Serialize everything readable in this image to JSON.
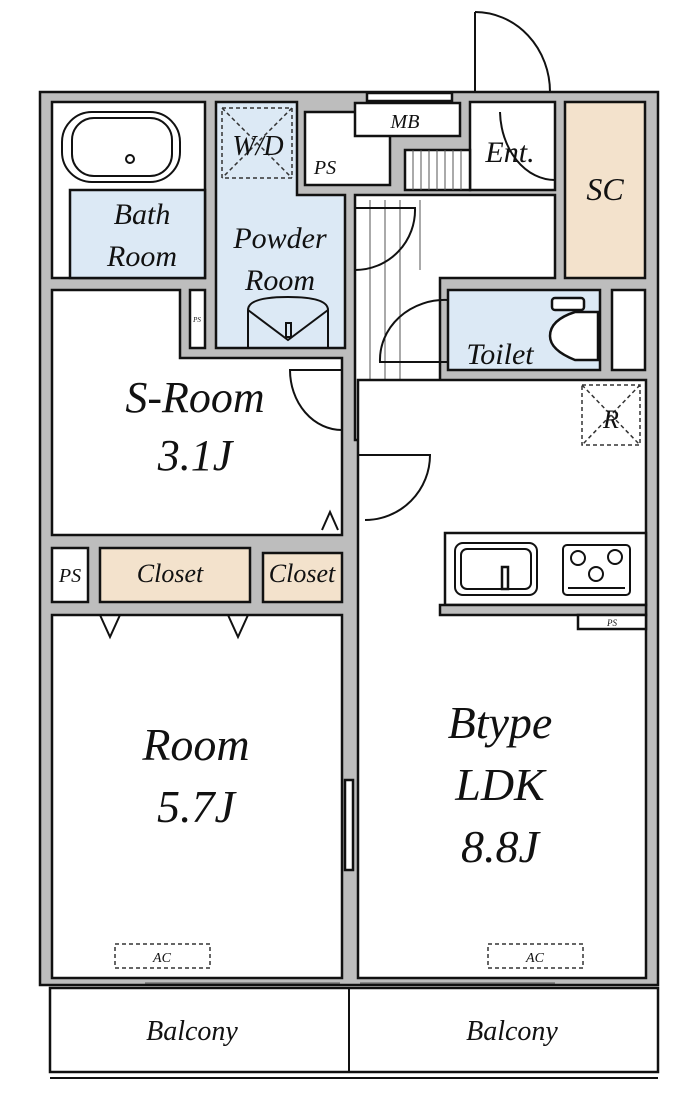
{
  "plan": {
    "type_label": "Btype",
    "rooms": {
      "bath": {
        "line1": "Bath",
        "line2": "Room"
      },
      "powder": {
        "line1": "Powder",
        "line2": "Room"
      },
      "washer": "W/D",
      "ps_top": "PS",
      "mb": "MB",
      "entrance": "Ent.",
      "shoe_closet": "SC",
      "toilet": "Toilet",
      "ps_small": "PS",
      "s_room": {
        "name": "S-Room",
        "size": "3.1J"
      },
      "ps_left": "PS",
      "closet1": "Closet",
      "closet2": "Closet",
      "room": {
        "name": "Room",
        "size": "5.7J"
      },
      "ldk": {
        "name": "LDK",
        "size": "8.8J"
      },
      "refrigerator": "R",
      "ps_kitchen": "PS",
      "ac1": "AC",
      "ac2": "AC",
      "balcony1": "Balcony",
      "balcony2": "Balcony"
    },
    "colors": {
      "wet_area": "#dce9f5",
      "storage": "#f3e2cc",
      "wall": "#bdbdbd"
    }
  }
}
